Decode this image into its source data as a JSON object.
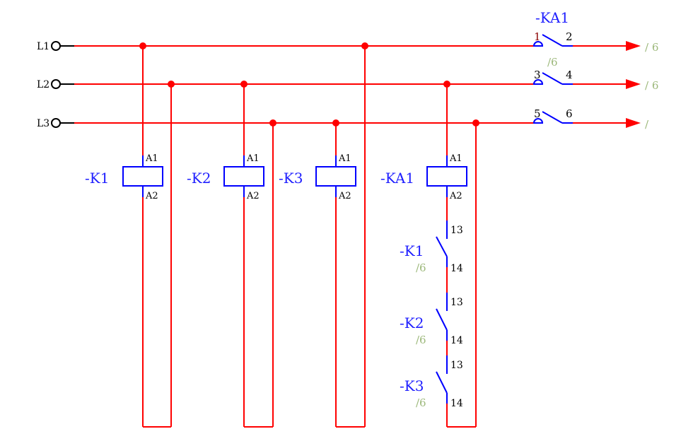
{
  "colors": {
    "wire": "#ff0000",
    "device": "#0000ff",
    "label": "#1f1fff",
    "reference": "#9cb87a",
    "terminal": "#000000"
  },
  "lines": [
    {
      "name": "L1",
      "ref": "/ 6"
    },
    {
      "name": "L2",
      "ref": "/ 6"
    },
    {
      "name": "L3",
      "ref": "/"
    }
  ],
  "main_contact": {
    "tag": "-KA1",
    "ref": "/6",
    "pins": [
      "1",
      "2",
      "3",
      "4",
      "5",
      "6"
    ]
  },
  "coils": [
    {
      "tag": "-K1",
      "a1": "A1",
      "a2": "A2"
    },
    {
      "tag": "-K2",
      "a1": "A1",
      "a2": "A2"
    },
    {
      "tag": "-K3",
      "a1": "A1",
      "a2": "A2"
    },
    {
      "tag": "-KA1",
      "a1": "A1",
      "a2": "A2"
    }
  ],
  "aux_contacts": [
    {
      "tag": "-K1",
      "ref": "/6",
      "in": "13",
      "out": "14"
    },
    {
      "tag": "-K2",
      "ref": "/6",
      "in": "13",
      "out": "14"
    },
    {
      "tag": "-K3",
      "ref": "/6",
      "in": "13",
      "out": "14"
    }
  ]
}
